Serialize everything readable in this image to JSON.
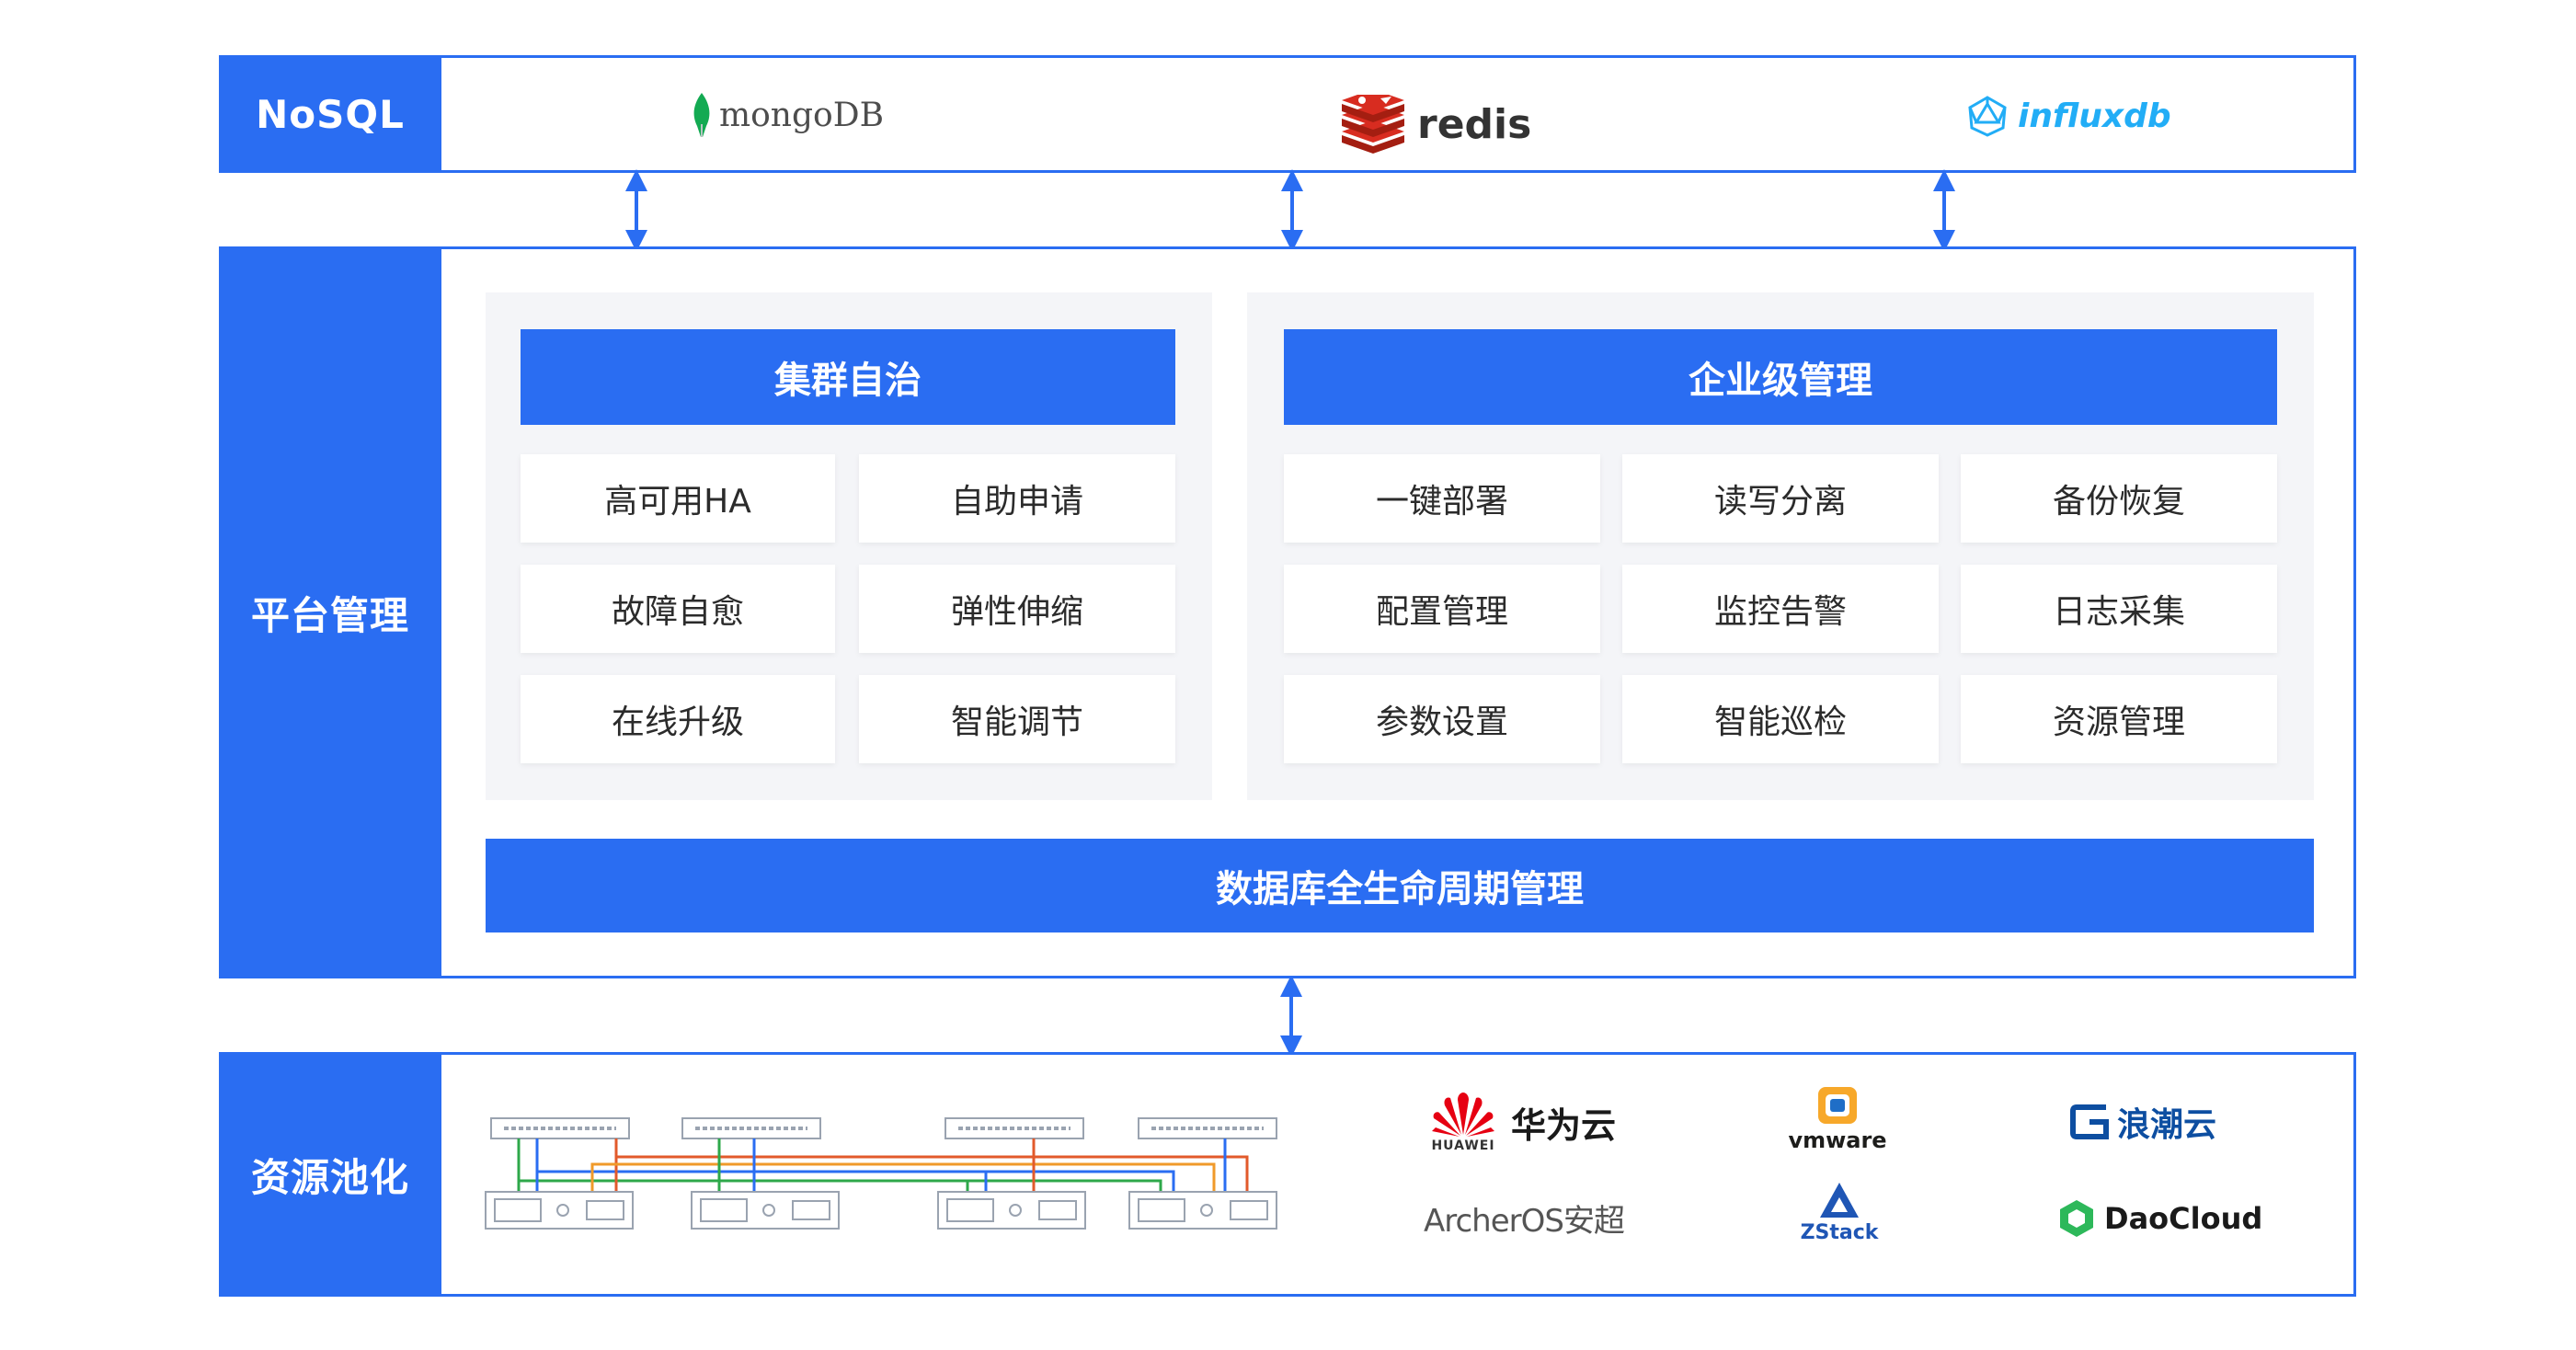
{
  "colors": {
    "primary": "#2a6df2",
    "panel_bg": "#f4f5f8",
    "cell_text": "#2b2b2b"
  },
  "nosql": {
    "label": "NoSQL",
    "logos": [
      {
        "name": "mongoDB",
        "icon": "mongodb-leaf-icon",
        "color": "#13aa52"
      },
      {
        "name": "redis",
        "icon": "redis-cube-icon",
        "color": "#d82c20"
      },
      {
        "name": "influxdb",
        "icon": "influxdb-icosahedron-icon",
        "color": "#22adf6"
      }
    ]
  },
  "platform": {
    "label": "平台管理",
    "cluster": {
      "title": "集群自治",
      "items": [
        "高可用HA",
        "自助申请",
        "故障自愈",
        "弹性伸缩",
        "在线升级",
        "智能调节"
      ]
    },
    "enterprise": {
      "title": "企业级管理",
      "items": [
        "一键部署",
        "读写分离",
        "备份恢复",
        "配置管理",
        "监控告警",
        "日志采集",
        "参数设置",
        "智能巡检",
        "资源管理"
      ]
    },
    "lifecycle": "数据库全生命周期管理"
  },
  "resource": {
    "label": "资源池化",
    "vendors": [
      {
        "name": "华为云",
        "sub": "HUAWEI",
        "icon": "huawei-petal-icon",
        "color": "#e60012"
      },
      {
        "name": "vmware",
        "icon": "vmware-cube-icon",
        "color": "#1d1d1b"
      },
      {
        "name": "浪潮云",
        "icon": "inspur-cloud-icon",
        "color": "#0d4ea1"
      },
      {
        "name": "ArcherOS安超",
        "icon": "archeros-wordmark",
        "color": "#555555"
      },
      {
        "name": "ZStack",
        "icon": "zstack-mountain-icon",
        "color": "#1f56b5"
      },
      {
        "name": "DaoCloud",
        "icon": "daocloud-icon",
        "color": "#1a1a1a"
      }
    ]
  }
}
